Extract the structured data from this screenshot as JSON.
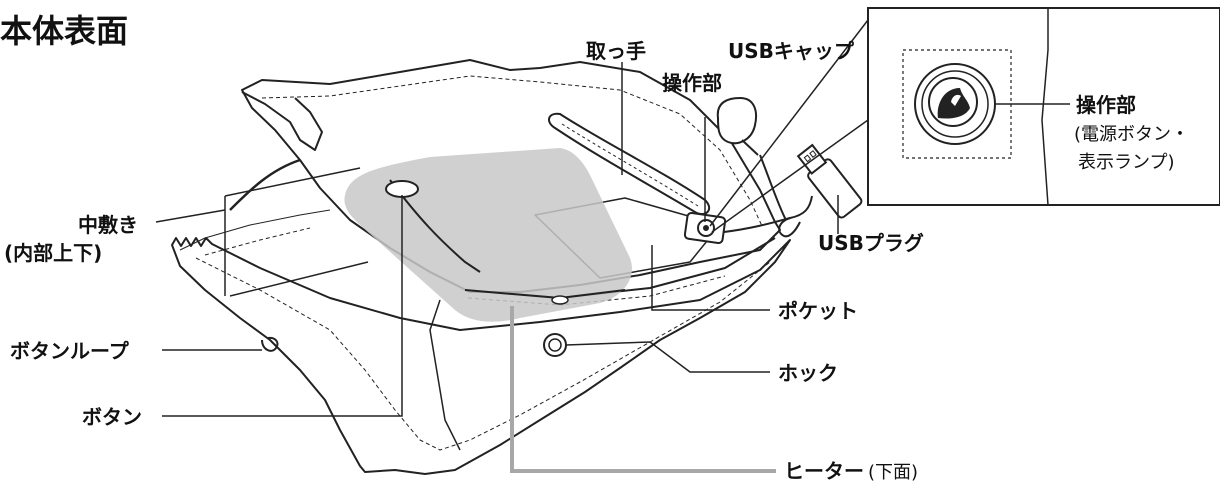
{
  "title": "本体表面",
  "labels": {
    "handle": "取っ手",
    "usb_cap": "USBキャップ",
    "control_top": "操作部",
    "control_zoom": "操作部",
    "control_zoom_detail_1": "(電源ボタン・",
    "control_zoom_detail_2": "表示ランプ)",
    "mat_1": "中敷き",
    "mat_2": "(内部上下)",
    "button_loop": "ボタンループ",
    "button": "ボタン",
    "usb_plug": "USBプラグ",
    "pocket": "ポケット",
    "hook": "ホック",
    "heater": "ヒーター",
    "heater_note": "(下面)"
  },
  "colors": {
    "line": "#222222",
    "heater_fill": "#c8c8c8",
    "heater_line": "#a8a8a8"
  }
}
